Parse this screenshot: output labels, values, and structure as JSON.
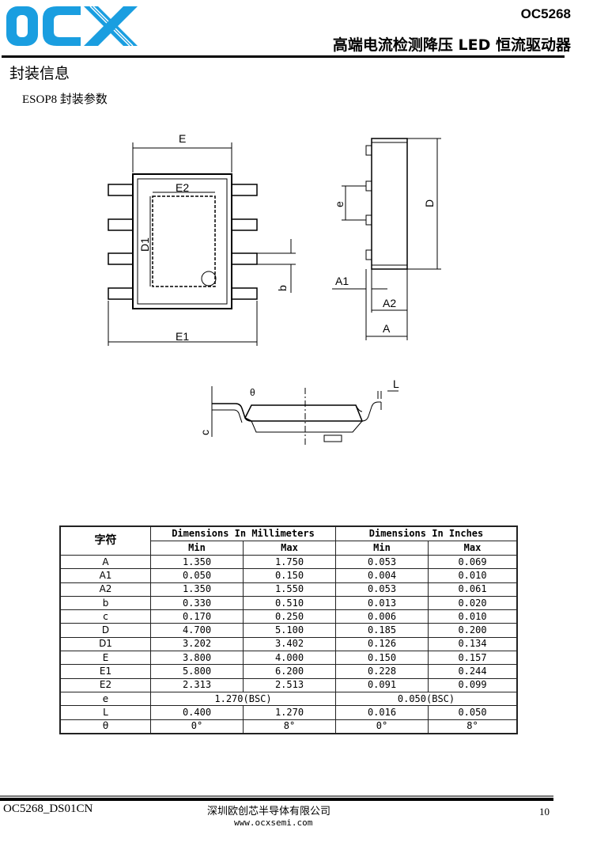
{
  "header": {
    "logo_text": "OCX",
    "part_number": "OC5268",
    "subtitle": "高端电流检测降压 LED 恒流驱动器",
    "brand_color": "#1a9ee0"
  },
  "section_title": "封装信息",
  "package_title": "ESOP8 封装参数",
  "drawing_labels": {
    "E": "E",
    "E1": "E1",
    "E2": "E2",
    "D1": "D1",
    "b": "b",
    "D": "D",
    "e": "e",
    "A1": "A1",
    "A2": "A2",
    "A": "A",
    "c": "c",
    "theta": "θ",
    "L": "L"
  },
  "table": {
    "symbol_header": "字符",
    "mm_header": "Dimensions In Millimeters",
    "in_header": "Dimensions In Inches",
    "sub_headers": [
      "Min",
      "Max",
      "Min",
      "Max"
    ],
    "rows": [
      [
        "A",
        "1.350",
        "1.750",
        "0.053",
        "0.069"
      ],
      [
        "A1",
        "0.050",
        "0.150",
        "0.004",
        "0.010"
      ],
      [
        "A2",
        "1.350",
        "1.550",
        "0.053",
        "0.061"
      ],
      [
        "b",
        "0.330",
        "0.510",
        "0.013",
        "0.020"
      ],
      [
        "c",
        "0.170",
        "0.250",
        "0.006",
        "0.010"
      ],
      [
        "D",
        "4.700",
        "5.100",
        "0.185",
        "0.200"
      ],
      [
        "D1",
        "3.202",
        "3.402",
        "0.126",
        "0.134"
      ],
      [
        "E",
        "3.800",
        "4.000",
        "0.150",
        "0.157"
      ],
      [
        "E1",
        "5.800",
        "6.200",
        "0.228",
        "0.244"
      ],
      [
        "E2",
        "2.313",
        "2.513",
        "0.091",
        "0.099"
      ],
      [
        "e",
        "1.270(BSC)",
        "0.050(BSC)"
      ],
      [
        "L",
        "0.400",
        "1.270",
        "0.016",
        "0.050"
      ],
      [
        "θ",
        "0°",
        "8°",
        "0°",
        "8°"
      ]
    ]
  },
  "footer": {
    "doc_id": "OC5268_DS01CN",
    "company": "深圳欧创芯半导体有限公司",
    "website": "www.ocxsemi.com",
    "page": "10"
  }
}
